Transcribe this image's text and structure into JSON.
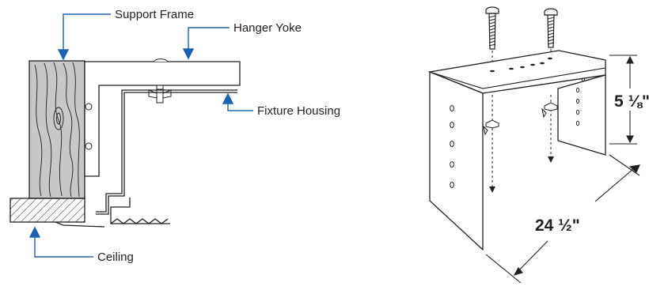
{
  "callouts": {
    "support_frame": "Support Frame",
    "hanger_yoke": "Hanger Yoke",
    "fixture_housing": "Fixture Housing",
    "ceiling": "Ceiling"
  },
  "dimensions": {
    "height": "5 ⅛\"",
    "length": "24 ½\""
  },
  "colors": {
    "callout_line": "#1d63b0",
    "ink": "#231f20",
    "wood": "#c8c8c8"
  }
}
